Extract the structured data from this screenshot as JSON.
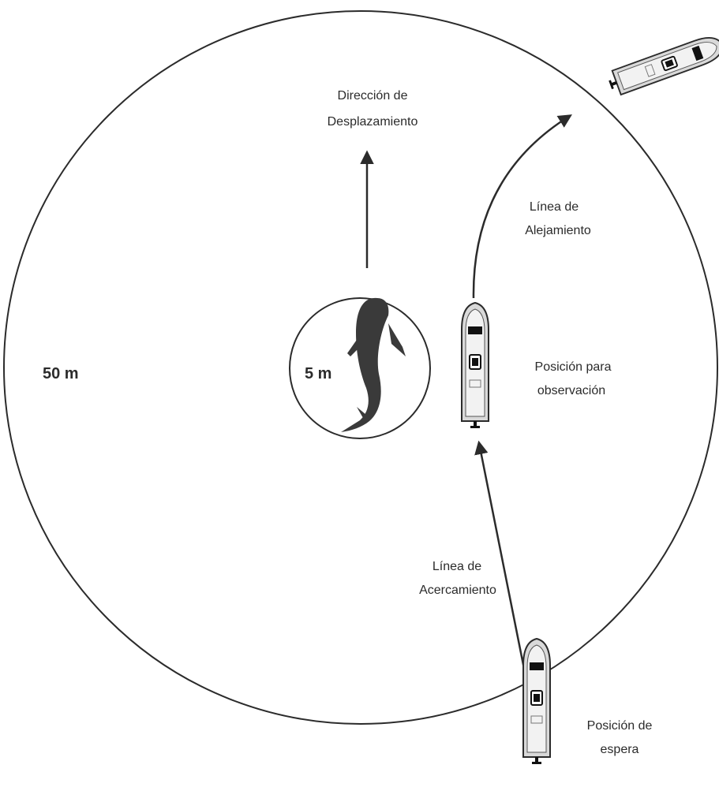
{
  "labels": {
    "outer_radius": "50 m",
    "inner_radius": "5 m",
    "direction_line1": "Dirección de",
    "direction_line2": "Desplazamiento",
    "departure_line1": "Línea de",
    "departure_line2": "Alejamiento",
    "observation_line1": "Posición para",
    "observation_line2": "observación",
    "approach_line1": "Línea de",
    "approach_line2": "Acercamiento",
    "waiting_line1": "Posición de",
    "waiting_line2": "espera"
  },
  "icons": {
    "shark": "whale-shark-icon",
    "boat": "boat-icon"
  },
  "colors": {
    "line": "#2b2b2b",
    "shark": "#3a3a3a",
    "boat_hull": "#d9d9d9"
  }
}
